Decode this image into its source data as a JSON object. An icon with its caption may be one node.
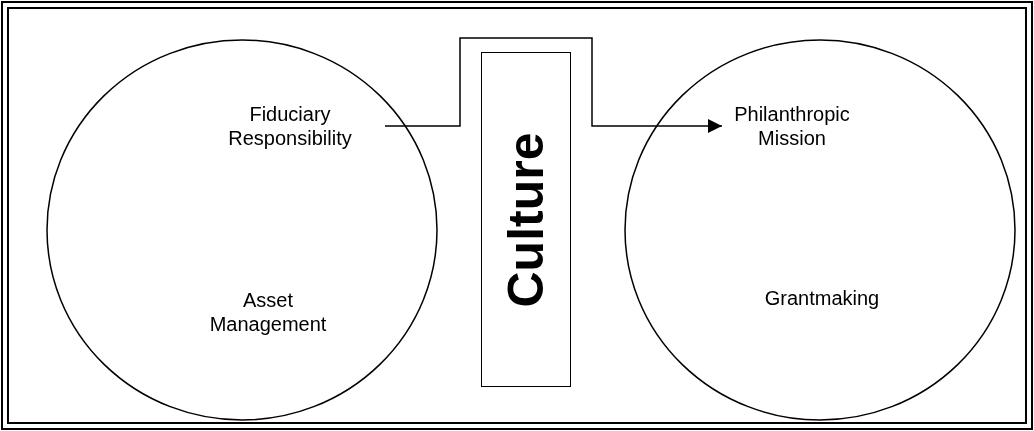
{
  "diagram": {
    "nodes": [
      {
        "text": [],
        "shape": "circle"
      },
      {
        "text": [
          "Fiduciary Responsibility"
        ],
        "in": 0
      },
      {
        "text": [
          "Asset Management"
        ],
        "in": 0
      },
      {
        "text": [
          "Culture"
        ]
      },
      {
        "text": [],
        "shape": "circle"
      },
      {
        "text": [
          "Philanthropic Mission"
        ],
        "in": 4
      },
      {
        "text": [
          "Grantmaking"
        ],
        "in": 4
      }
    ],
    "edges": [
      {
        "from": 1,
        "to": 5,
        "arrow": "to"
      }
    ]
  }
}
